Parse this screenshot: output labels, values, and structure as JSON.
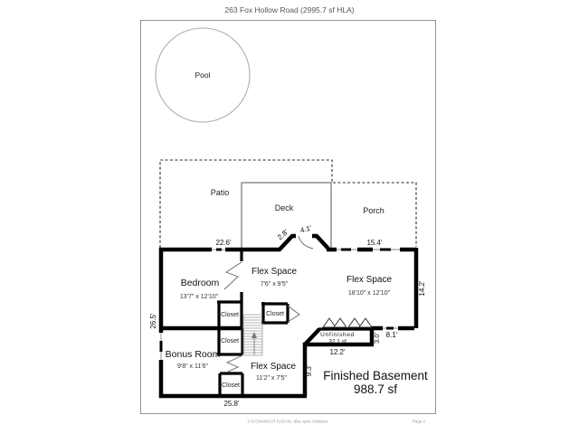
{
  "page": {
    "title": "263 Fox Hollow Road (2995.7 sf HLA)",
    "footer_left": "© ICONABOUT (US) Inc. dba Apex Software",
    "footer_right": "Page 2"
  },
  "outdoor": {
    "pool": "Pool",
    "patio": "Patio",
    "deck": "Deck",
    "porch": "Porch"
  },
  "rooms": {
    "bedroom": {
      "name": "Bedroom",
      "dims": "13'7\" x 12'10\""
    },
    "flex_upper": {
      "name": "Flex Space",
      "dims": "7'6\" x 9'5\""
    },
    "flex_right": {
      "name": "Flex Space",
      "dims": "18'10\" x 12'10\""
    },
    "flex_lower": {
      "name": "Flex Space",
      "dims": "11'2\" x 7'5\""
    },
    "bonus": {
      "name": "Bonus Room",
      "dims": "9'8\" x 11'6\""
    },
    "closet": "Closet",
    "unfinished": {
      "name": "Unfinished",
      "area": "32.1 sf"
    },
    "basement": {
      "name": "Finished Basement",
      "area": "988.7 sf"
    }
  },
  "dimensions": {
    "patio_wall": "22.6'",
    "deck_jog": "2.8'",
    "deck_door": "4.1'",
    "porch_wall": "15.4'",
    "left_wall": "26.5'",
    "right_wall": "14.2'",
    "shed_width": "12.2'",
    "shed_depth": "3.0'",
    "right_lower": "8.1'",
    "mid_wall": "9.3'",
    "bottom_wall": "25.8'"
  }
}
